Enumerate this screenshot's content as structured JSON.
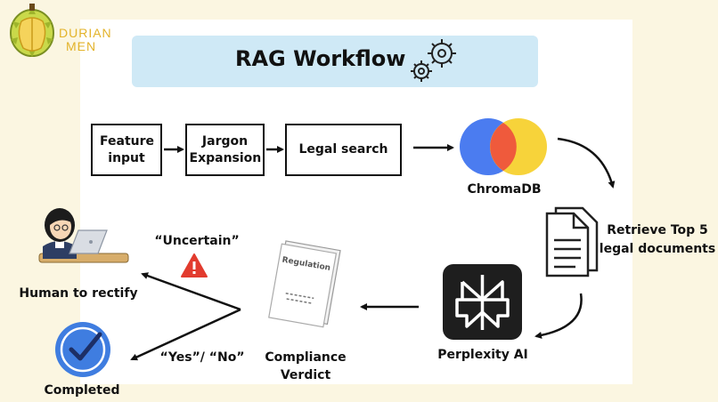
{
  "logo": {
    "line1": "DURIAN",
    "line2": "MEN"
  },
  "title": "RAG Workflow",
  "steps": {
    "feature_input": "Feature input",
    "jargon_expansion": "Jargon Expansion",
    "legal_search": "Legal search"
  },
  "nodes": {
    "chromadb": "ChromaDB",
    "retrieve": "Retrieve Top 5 legal documents",
    "perplexity": "Perplexity AI",
    "compliance": "Compliance Verdict",
    "human": "Human to rectify",
    "completed": "Completed"
  },
  "branches": {
    "uncertain": "“Uncertain”",
    "yes_no": "“Yes”/ “No”"
  },
  "document_label": "Regulation",
  "colors": {
    "background": "#fbf6e1",
    "title_bar": "#cfe9f6",
    "chroma_blue": "#4b7cf0",
    "chroma_red": "#ef5a3c",
    "chroma_yellow": "#f7d33a",
    "check_circle": "#3f7de0",
    "warning": "#e23b2e"
  },
  "icons": [
    "durian-logo-icon",
    "gear-icon",
    "chromadb-logo-icon",
    "document-icon",
    "perplexity-logo-icon",
    "regulation-document-icon",
    "person-at-laptop-icon",
    "warning-icon",
    "check-circle-icon"
  ]
}
